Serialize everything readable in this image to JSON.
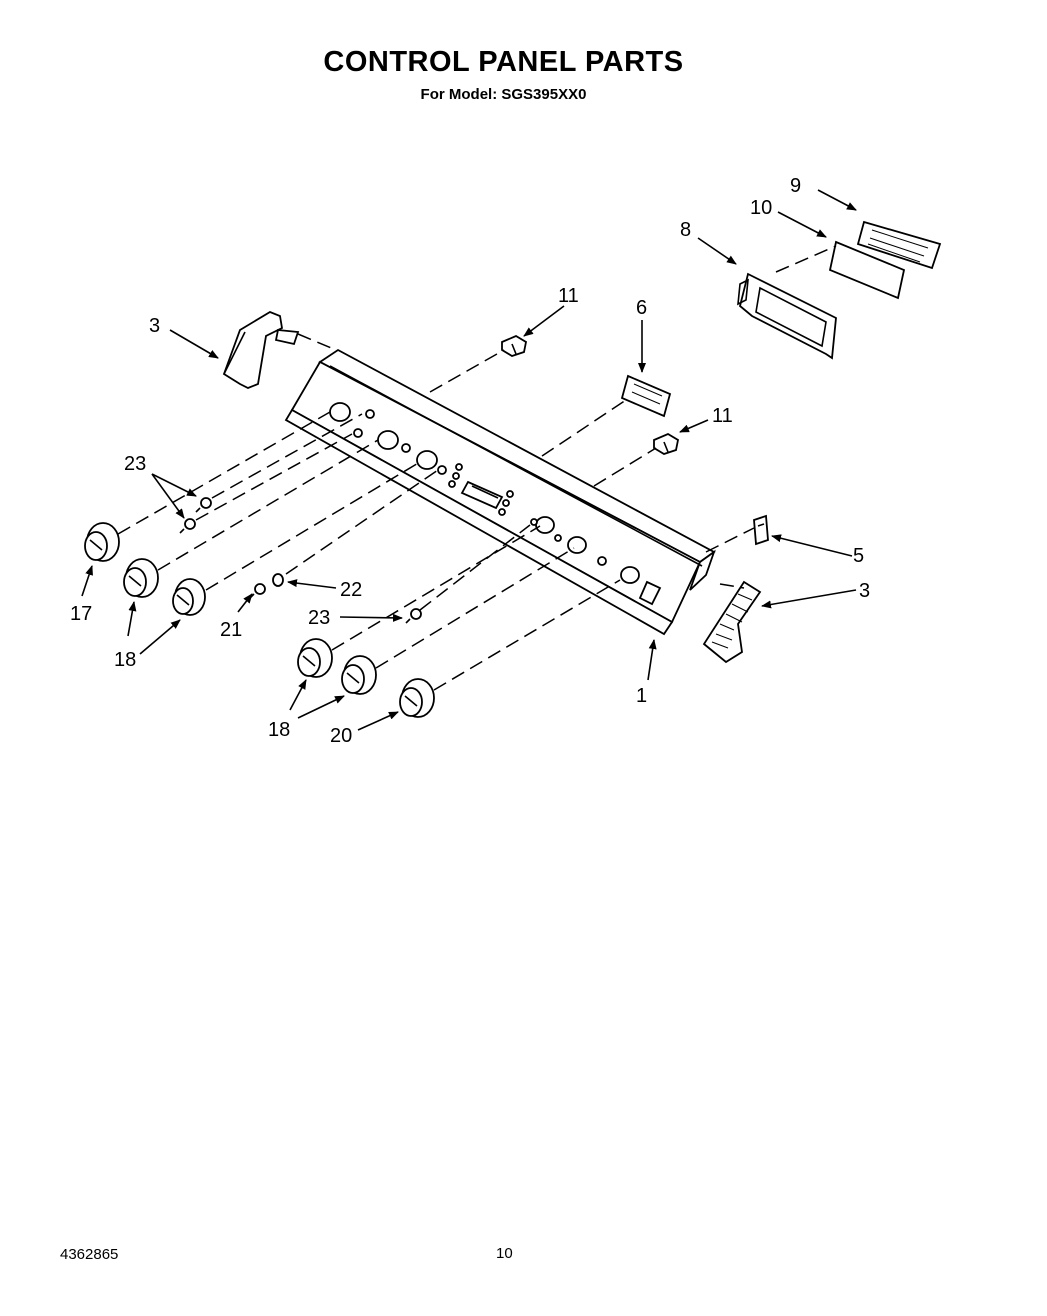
{
  "header": {
    "title": "CONTROL PANEL PARTS",
    "subtitle": "For Model: SGS395XX0"
  },
  "footer": {
    "doc_number": "4362865",
    "page_number": "10"
  },
  "callouts": {
    "c9": "9",
    "c10": "10",
    "c8": "8",
    "c11a": "11",
    "c6": "6",
    "c3a": "3",
    "c11b": "11",
    "c23a": "23",
    "c5": "5",
    "c3b": "3",
    "c22": "22",
    "c17": "17",
    "c21": "21",
    "c18a": "18",
    "c23b": "23",
    "c1": "1",
    "c18b": "18",
    "c20": "20"
  }
}
